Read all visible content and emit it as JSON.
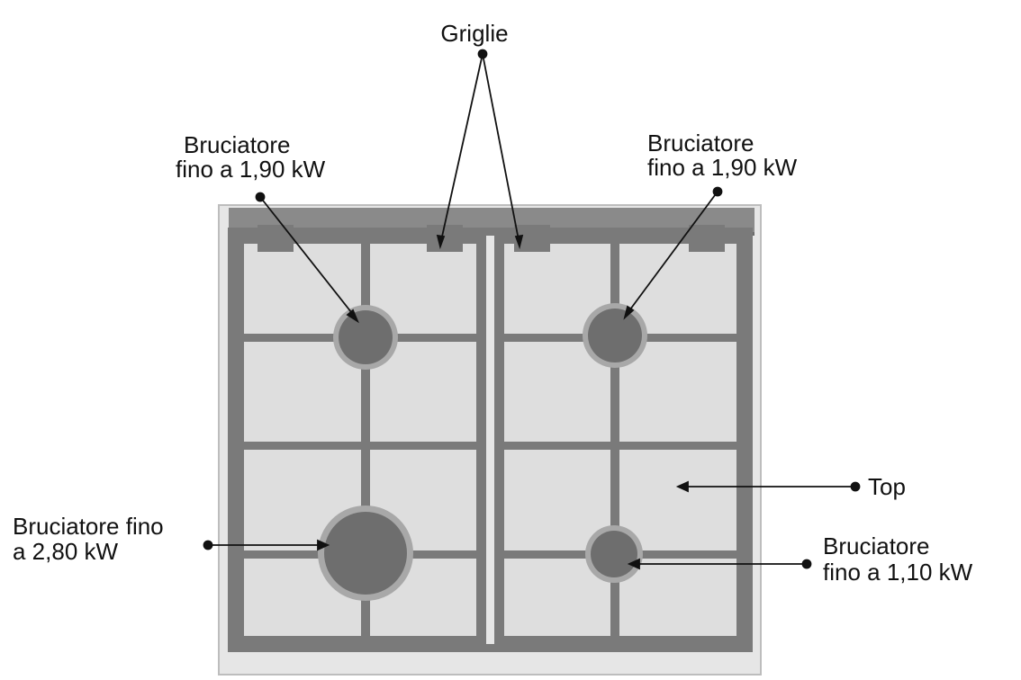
{
  "labels": {
    "grates": "Griglie",
    "burner_top_left": [
      "Bruciatore",
      "fino a 1,90 kW"
    ],
    "burner_top_right": [
      "Bruciatore",
      "fino a 1,90 kW"
    ],
    "burner_bottom_left": [
      "Bruciatore fino",
      "a 2,80 kW"
    ],
    "burner_bottom_right": [
      "Bruciatore",
      "fino a 1,10 kW"
    ],
    "top": "Top"
  },
  "colors": {
    "top_surface": "#dcdcdc",
    "grate": "#7a7a7a",
    "burner": "#6e6e6e",
    "burner_ring": "#a8a8a8",
    "leader": "#111111",
    "text": "#111111"
  }
}
